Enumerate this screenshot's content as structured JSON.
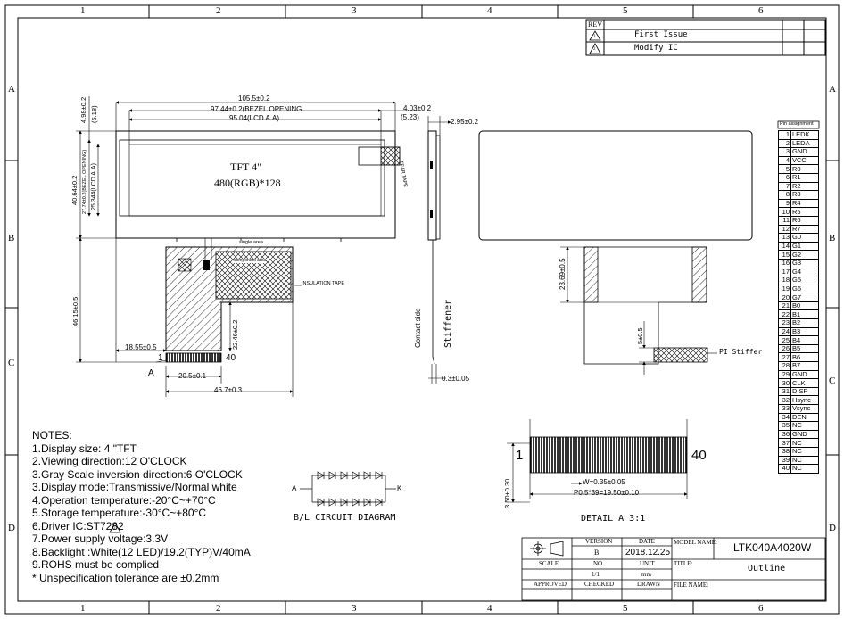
{
  "grid": {
    "cols": [
      "1",
      "2",
      "3",
      "4",
      "5",
      "6"
    ],
    "rows": [
      "A",
      "B",
      "C",
      "D"
    ]
  },
  "revision": {
    "header": "REV",
    "rows": [
      {
        "mark": "1",
        "text": "First Issue"
      },
      {
        "mark": "2",
        "text": "Modify IC"
      }
    ]
  },
  "front_view": {
    "screen_line1": "TFT 4\"",
    "screen_line2": "480(RGB)*128",
    "dim_overall_width": "105.5±0.2",
    "dim_bezel_opening": "97.44±0.2(BEZEL OPENING",
    "dim_active_area": "95.04(LCD A.A)",
    "dim_right_offset": "4.03±0.2",
    "dim_right_offset2": "(5.23)",
    "dim_top_offset": "4.98±0.2",
    "dim_top_offset2": "(6.18)",
    "dim_height": "40.64±0.2",
    "dim_bezel_height": "27.74±0.2(BEZEL OPENING)",
    "dim_aa_height": "25.344(LCD A.A)",
    "dim_total_height": "46.15±0.5",
    "dim_fpc_left": "18.55±0.5",
    "dim_fpc_height": "22.46±0.2",
    "dim_fpc_pitch": "20.5±0.1",
    "dim_fpc_width": "46.7±0.3",
    "tear_tape": "TEAR TAPE",
    "single_area": "single area",
    "component_area": "component area",
    "insulation_tape": "INSULATION TAPE",
    "pin_first": "1",
    "pin_last": "40",
    "detail_ref": "A"
  },
  "side_view": {
    "dim_thickness": "2.95±0.2",
    "dim_fpc_thickness": "0.3±0.05",
    "contact_side": "Contact side",
    "stiffener": "Stiffener"
  },
  "back_view": {
    "dim_stiffer_height": "23.69±0.5",
    "dim_stiffer_small": "5±0.5",
    "pi_stiffer": "PI Stiffer"
  },
  "detail": {
    "pin_first": "1",
    "pin_last": "40",
    "dim_height": "3.50±0.30",
    "dim_width": "W=0.35±0.05",
    "dim_pitch": "P0.5*39=19.50±0.10",
    "caption": "DETAIL  A  3:1"
  },
  "bl_circuit": {
    "caption": "B/L CIRCUIT DIAGRAM",
    "anode": "A",
    "cathode": "K"
  },
  "notes": {
    "title": "NOTES:",
    "lines": [
      "1.Display size:  4 \"TFT",
      "2.Viewing direction:12 O'CLOCK",
      "3.Gray Scale inversion direction:6 O'CLOCK",
      "3.Display mode:Transmissive/Normal white",
      "4.Operation temperature:-20°C~+70°C",
      "5.Storage temperature:-30°C~+80°C",
      "6.Driver IC:ST7282",
      "7.Power supply voltage:3.3V",
      "8.Backlight :White(12 LED)/19.2(TYP)V/40mA",
      "9.ROHS must be complied",
      "* Unspecification tolerance are ±0.2mm"
    ],
    "driver_ic_mark": "2"
  },
  "pin_assignment": {
    "header": "Pin assignment",
    "pins": [
      [
        "1",
        "LEDK"
      ],
      [
        "2",
        "LEDA"
      ],
      [
        "3",
        "GND"
      ],
      [
        "4",
        "VCC"
      ],
      [
        "5",
        "R0"
      ],
      [
        "6",
        "R1"
      ],
      [
        "7",
        "R2"
      ],
      [
        "8",
        "R3"
      ],
      [
        "9",
        "R4"
      ],
      [
        "10",
        "R5"
      ],
      [
        "11",
        "R6"
      ],
      [
        "12",
        "R7"
      ],
      [
        "13",
        "G0"
      ],
      [
        "14",
        "G1"
      ],
      [
        "15",
        "G2"
      ],
      [
        "16",
        "G3"
      ],
      [
        "17",
        "G4"
      ],
      [
        "18",
        "G5"
      ],
      [
        "19",
        "G6"
      ],
      [
        "20",
        "G7"
      ],
      [
        "21",
        "B0"
      ],
      [
        "22",
        "B1"
      ],
      [
        "23",
        "B2"
      ],
      [
        "24",
        "B3"
      ],
      [
        "25",
        "B4"
      ],
      [
        "26",
        "B5"
      ],
      [
        "27",
        "B6"
      ],
      [
        "28",
        "B7"
      ],
      [
        "29",
        "GND"
      ],
      [
        "30",
        "CLK"
      ],
      [
        "31",
        "DISP"
      ],
      [
        "32",
        "Hsync"
      ],
      [
        "33",
        "Vsync"
      ],
      [
        "34",
        "DEN"
      ],
      [
        "35",
        "NC"
      ],
      [
        "36",
        "GND"
      ],
      [
        "37",
        "NC"
      ],
      [
        "38",
        "NC"
      ],
      [
        "39",
        "NC"
      ],
      [
        "40",
        "NC"
      ]
    ]
  },
  "title_block": {
    "version_label": "VERSION",
    "version": "B",
    "date_label": "DATE",
    "date": "2018.12.25",
    "model_label": "MODEL NAME:",
    "model": "LTK040A4020W",
    "scale_label": "SCALE",
    "no_label": "NO.",
    "no": "1/1",
    "unit_label": "UNIT",
    "unit": "mm",
    "title_label": "TITLE:",
    "title": "Outline",
    "approved_label": "APPROVED",
    "checked_label": "CHECKED",
    "drawn_label": "DRAWN",
    "file_label": "FILE NAME:"
  }
}
